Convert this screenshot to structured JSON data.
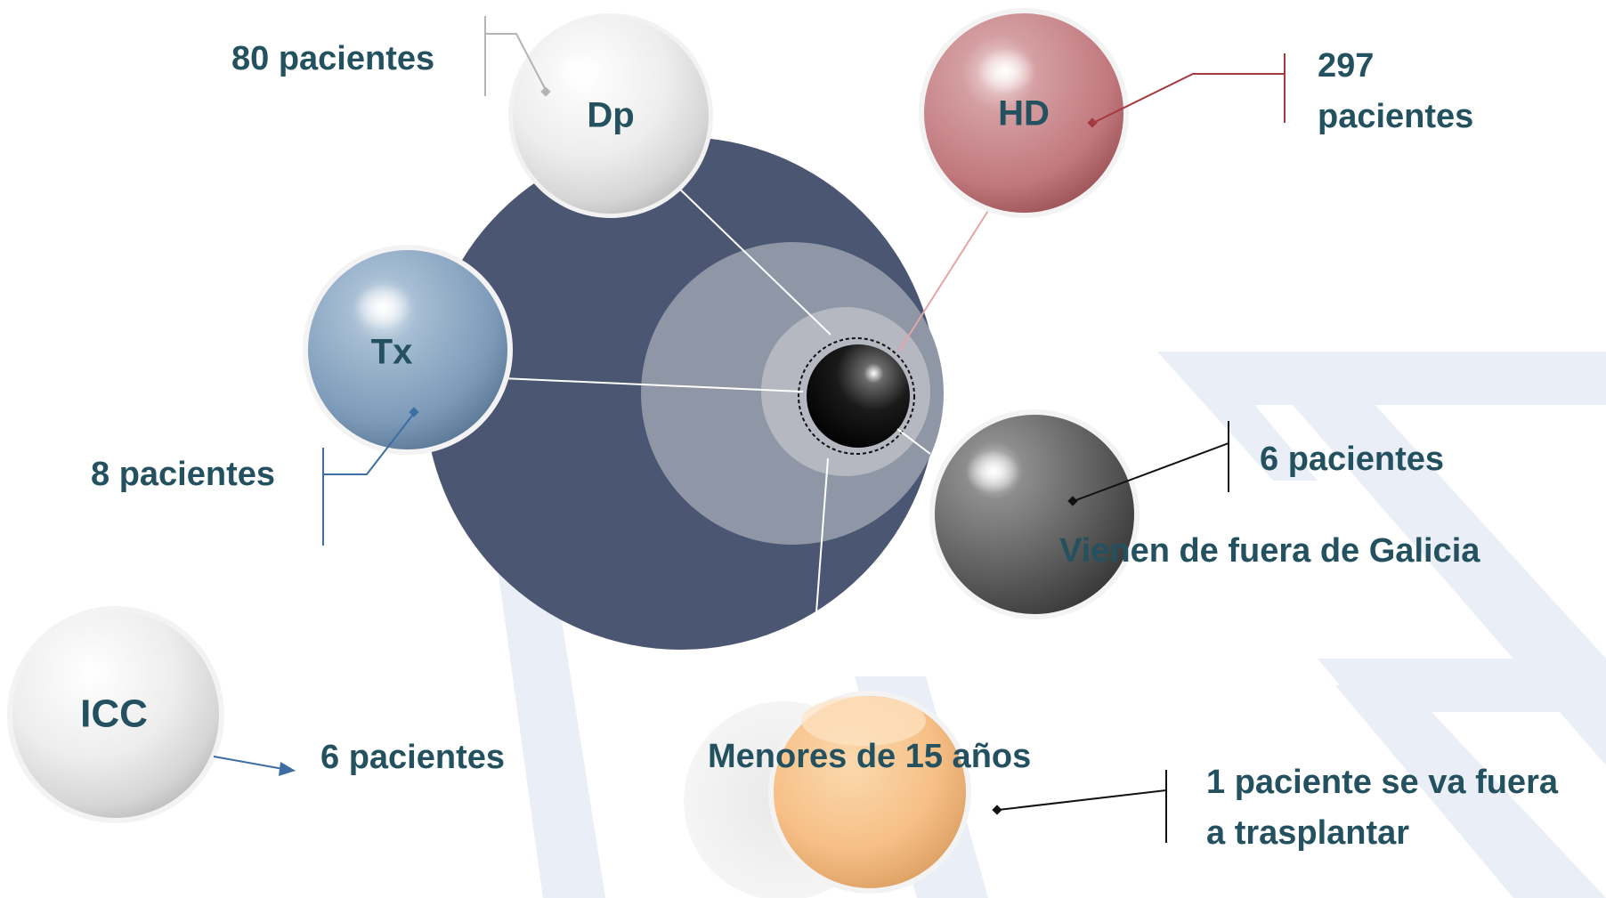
{
  "colors": {
    "text": "#24515f",
    "navy": "#4b5673",
    "hd_line": "#a33a3d",
    "tx_line": "#3d6da3",
    "watermark": "#e6ecf6"
  },
  "spheres": {
    "dp": {
      "label": "Dp"
    },
    "hd": {
      "label": "HD"
    },
    "tx": {
      "label": "Tx"
    },
    "gray": {
      "label": ""
    },
    "icc": {
      "label": "ICC"
    },
    "orange": {
      "label": ""
    }
  },
  "annotations": {
    "dp_count": "80 pacientes",
    "hd_count_line1": "297",
    "hd_count_line2": "pacientes",
    "tx_count": "8 pacientes",
    "galicia_count": "6 pacientes",
    "galicia_label": "Vienen de fuera de Galicia",
    "icc_count": "6 pacientes",
    "minors_label": "Menores de 15 años",
    "transplant_line1": "1 paciente se va fuera",
    "transplant_line2": "a trasplantar"
  }
}
